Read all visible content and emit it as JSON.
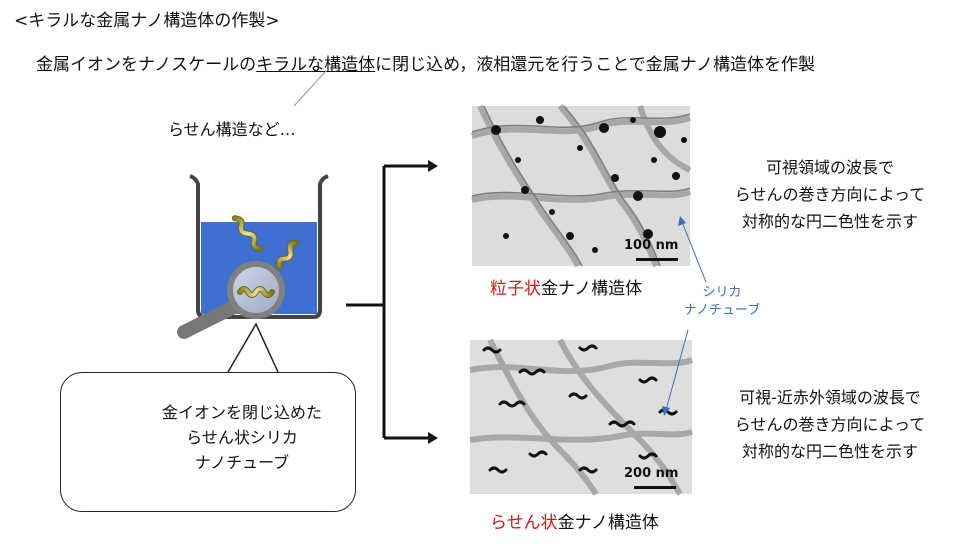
{
  "title": "<キラルな金属ナノ構造体の作製>",
  "description": {
    "pre": "金属イオンをナノスケールの",
    "underlined": "キラルな構造体",
    "post": "に閉じ込め，液相還元を行うことで金属ナノ構造体を作製"
  },
  "note": "らせん構造など…",
  "callout": {
    "line1": "金イオンを閉じ込めた",
    "line2": "らせん状シリカ",
    "line3": "ナノチューブ"
  },
  "top_image": {
    "scale_label": "100 nm",
    "caption_red": "粒子状",
    "caption_black": "金ナノ構造体"
  },
  "bottom_image": {
    "scale_label": "200 nm",
    "caption_red": "らせん状",
    "caption_black": "金ナノ構造体"
  },
  "silica_label": {
    "line1": "シリカ",
    "line2": "ナノチューブ"
  },
  "top_result": {
    "line1": "可視領域の波長で",
    "line2": "らせんの巻き方向によって",
    "line3": "対称的な円二色性を示す"
  },
  "bottom_result": {
    "line1": "可視-近赤外領域の波長で",
    "line2": "らせんの巻き方向によって",
    "line3": "対称的な円二色性を示す"
  },
  "colors": {
    "accent_red": "#d01818",
    "label_blue": "#3a6fb8",
    "solution_blue": "#3f6fd1"
  }
}
